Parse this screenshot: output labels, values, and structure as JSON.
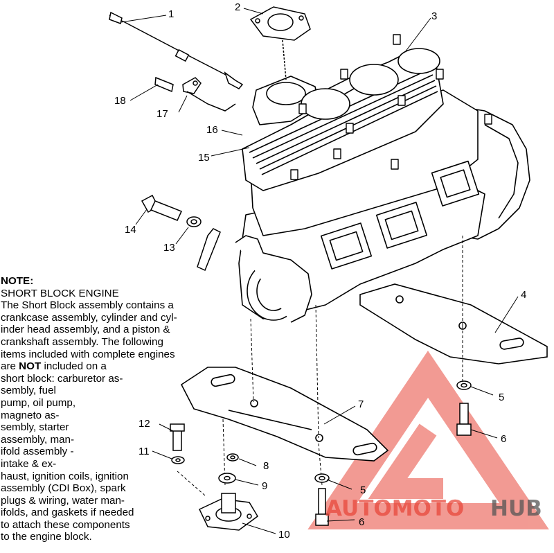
{
  "callouts": [
    {
      "id": "c1",
      "label": "1"
    },
    {
      "id": "c2",
      "label": "2"
    },
    {
      "id": "c3",
      "label": "3"
    },
    {
      "id": "c4",
      "label": "4"
    },
    {
      "id": "c5a",
      "label": "5"
    },
    {
      "id": "c5b",
      "label": "5"
    },
    {
      "id": "c6a",
      "label": "6"
    },
    {
      "id": "c6b",
      "label": "6"
    },
    {
      "id": "c7",
      "label": "7"
    },
    {
      "id": "c8",
      "label": "8"
    },
    {
      "id": "c9",
      "label": "9"
    },
    {
      "id": "c10",
      "label": "10"
    },
    {
      "id": "c11",
      "label": "11"
    },
    {
      "id": "c12",
      "label": "12"
    },
    {
      "id": "c13",
      "label": "13"
    },
    {
      "id": "c14",
      "label": "14"
    },
    {
      "id": "c15",
      "label": "15"
    },
    {
      "id": "c16",
      "label": "16"
    },
    {
      "id": "c17",
      "label": "17"
    },
    {
      "id": "c18",
      "label": "18"
    }
  ],
  "note": {
    "heading": "NOTE:",
    "subheading": "SHORT BLOCK ENGINE",
    "lines": [
      "The Short Block assembly contains a",
      "crankcase assembly, cylinder and cyl-",
      "inder head assembly, and a piston &",
      "crankshaft assembly.  The following",
      "items included with complete engines",
      "short block:  carburetor as-",
      "sembly, fuel",
      "pump, oil pump,",
      "magneto as-",
      "sembly, starter",
      "assembly, man-",
      "ifold assembly -",
      "intake & ex-",
      "haust, ignition coils, ignition",
      "assembly (CDI Box), spark",
      "plugs & wiring, water man-",
      "ifolds, and gaskets if needed",
      "to attach these components",
      "to the engine block."
    ],
    "line_are_prefix": "are ",
    "line_are_bold": "NOT",
    "line_are_suffix": " included on a"
  },
  "watermark": {
    "part1": "AUTOMOTO",
    "part2": "HUB",
    "color_main": "#e8483b",
    "color_dark": "#555555"
  }
}
